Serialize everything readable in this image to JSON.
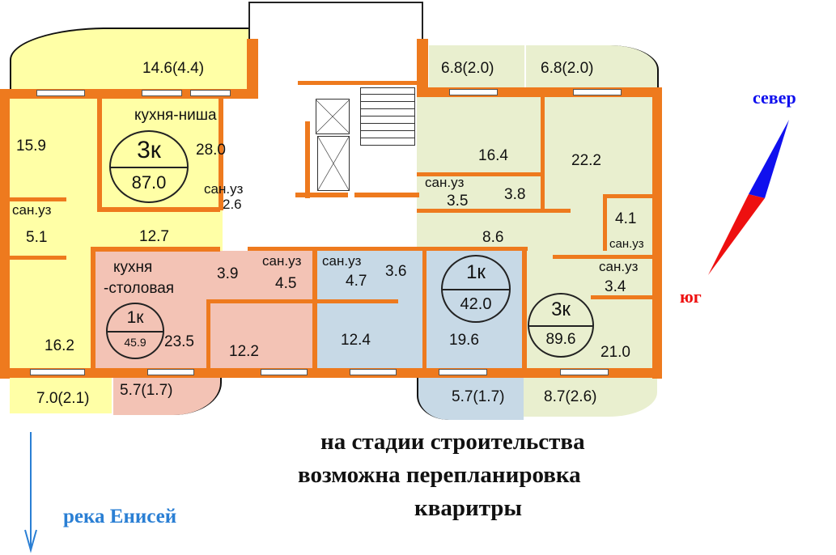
{
  "apartments": [
    {
      "rooms": "3к",
      "area": "87.0",
      "color": "#FFFFA6"
    },
    {
      "rooms": "1к",
      "area": "45.9",
      "color": "#F3C3B5"
    },
    {
      "rooms": "1к",
      "area": "42.0",
      "color": "#C7D9E6"
    },
    {
      "rooms": "3к",
      "area": "89.6",
      "color": "#E9EFCF"
    }
  ],
  "rooms": {
    "balcony_top_left": "14.6(4.4)",
    "kitchen_niche_label": "кухня-ниша",
    "kitchen_niche": "28.0",
    "room_15_9": "15.9",
    "bath_left_label": "сан.уз",
    "bath_left": "5.1",
    "bath_2_6_label": "сан.уз",
    "bath_2_6": "2.6",
    "hall_12_7": "12.7",
    "room_16_2": "16.2",
    "balcony_7_0": "7.0(2.1)",
    "kitchen_dining_label_1": "кухня",
    "kitchen_dining_label_2": "-столовая",
    "kitchen_23_5": "23.5",
    "hall_3_9": "3.9",
    "bath_4_5_label": "сан.уз",
    "bath_4_5": "4.5",
    "room_12_2": "12.2",
    "balcony_pink": "5.7(1.7)",
    "bath_4_7_label": "сан.уз",
    "bath_4_7": "4.7",
    "hall_3_6": "3.6",
    "room_12_4": "12.4",
    "room_19_6": "19.6",
    "balcony_blue": "5.7(1.7)",
    "balcony_top_r1": "6.8(2.0)",
    "balcony_top_r2": "6.8(2.0)",
    "room_16_4": "16.4",
    "room_22_2": "22.2",
    "bath_3_5_label": "сан.уз",
    "bath_3_5": "3.5",
    "hall_3_8": "3.8",
    "hall_8_6": "8.6",
    "bath_4_1": "4.1",
    "bath_4_1_label": "сан.уз",
    "bath_3_4_label": "сан.уз",
    "bath_3_4": "3.4",
    "room_21_0": "21.0",
    "balcony_8_7": "8.7(2.6)"
  },
  "compass": {
    "north": "север",
    "south": "юг",
    "north_color": "#1010EE",
    "south_color": "#EE1010"
  },
  "river": {
    "label": "река Енисей",
    "color": "#2A7FD4"
  },
  "notes": [
    "на стадии строительства",
    "возможна перепланировка",
    "кварitры"
  ]
}
